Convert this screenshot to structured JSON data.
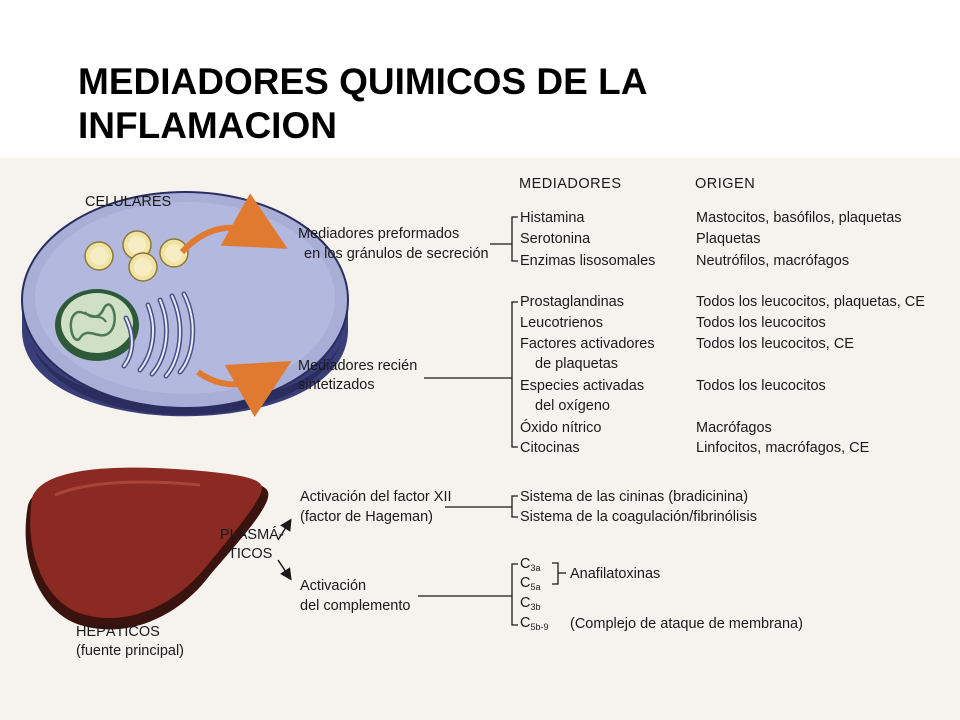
{
  "title_line1": "MEDIADORES QUIMICOS DE LA",
  "title_line2": "INFLAMACION",
  "headers": {
    "mediators": "MEDIADORES",
    "origin": "ORIGEN"
  },
  "sources": {
    "cellular": "CELULARES",
    "plasma_line1": "PLASMÁ-",
    "plasma_line2": "TICOS",
    "hepatic_line1": "HEPÁTICOS",
    "hepatic_line2": "(fuente principal)"
  },
  "groups": {
    "preformed": {
      "line1": "Mediadores preformados",
      "line2": "en los gránulos de secreción"
    },
    "synthesized": {
      "line1": "Mediadores recién",
      "line2": "sintetizados"
    },
    "factor_xii": {
      "line1": "Activación del factor XII",
      "line2": "(factor de Hageman)"
    },
    "complement": {
      "line1": "Activación",
      "line2": "del complemento"
    }
  },
  "preformed_mediators": [
    {
      "name": "Histamina",
      "origin": "Mastocitos, basófilos, plaquetas"
    },
    {
      "name": "Serotonina",
      "origin": "Plaquetas"
    },
    {
      "name": "Enzimas lisosomales",
      "origin": "Neutrófilos, macrófagos"
    }
  ],
  "synthesized_mediators": {
    "prostaglandins": {
      "name": "Prostaglandinas",
      "origin": "Todos los leucocitos, plaquetas, CE"
    },
    "leukotrienes": {
      "name": "Leucotrienos",
      "origin": "Todos los leucocitos"
    },
    "paf": {
      "line1": "Factores activadores",
      "line2": "de plaquetas",
      "origin": "Todos los leucocitos, CE"
    },
    "ros": {
      "line1": "Especies activadas",
      "line2": "del oxígeno",
      "origin": "Todos los leucocitos"
    },
    "no": {
      "name": "Óxido nítrico",
      "origin": "Macrófagos"
    },
    "cytokines": {
      "name": "Citocinas",
      "origin": "Linfocitos, macrófagos, CE"
    }
  },
  "factor_xii_systems": [
    "Sistema de las cininas (bradicinina)",
    "Sistema de la coagulación/fibrinólisis"
  ],
  "complement": {
    "c3a": {
      "base": "C",
      "sub": "3a"
    },
    "c5a": {
      "base": "C",
      "sub": "5a"
    },
    "c3b": {
      "base": "C",
      "sub": "3b"
    },
    "c5b9": {
      "base": "C",
      "sub": "5b-9"
    },
    "anaphylatoxins": "Anafilatoxinas",
    "mac": "(Complejo de ataque de membrana)"
  },
  "colors": {
    "title": "#000000",
    "panel_bg": "#f6f2ee",
    "cell_body": "#a9aed6",
    "cell_side": "#3a3e78",
    "granule": "#f1e3a4",
    "nucleus": "#cfe0c5",
    "liver": "#8a2a22",
    "liver_shadow": "#3a120e",
    "arrow": "#e07a30",
    "line": "#1a1a1a"
  }
}
